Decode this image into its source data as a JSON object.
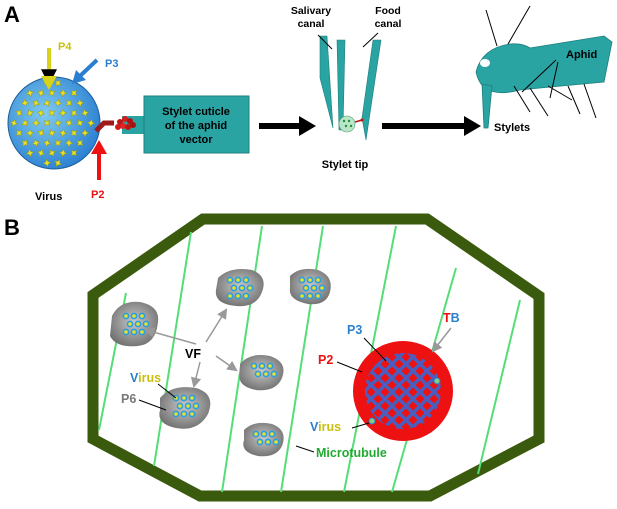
{
  "panel_a": {
    "letter": "A",
    "labels": {
      "p4": "P4",
      "p3": "P3",
      "p2": "P2",
      "virus": "Virus",
      "cuticle_line1": "Stylet cuticle",
      "cuticle_line2": "of the aphid",
      "cuticle_line3": "vector",
      "salivary_line1": "Salivary",
      "salivary_line2": "canal",
      "food_line1": "Food",
      "food_line2": "canal",
      "stylet_tip": "Stylet tip",
      "aphid": "Aphid",
      "stylets": "Stylets"
    }
  },
  "panel_b": {
    "letter": "B",
    "labels": {
      "vf": "VF",
      "virus_left_v": "V",
      "virus_left_rest": "irus",
      "p6": "P6",
      "p3": "P3",
      "t": "T",
      "b": "B",
      "p2": "P2",
      "virus_right_v": "V",
      "virus_right_rest": "irus",
      "microtubule": "Microtubule"
    }
  },
  "colors": {
    "teal": "#2aa3a3",
    "red": "#ee1111",
    "yellow": "#d8d21a",
    "blue": "#2a7fd0",
    "cell_border": "#3a5a0d",
    "microtubule": "#55dd77",
    "vf_gray": "#8c8c8c",
    "gray_text": "#777777",
    "green_text": "#22aa33"
  }
}
